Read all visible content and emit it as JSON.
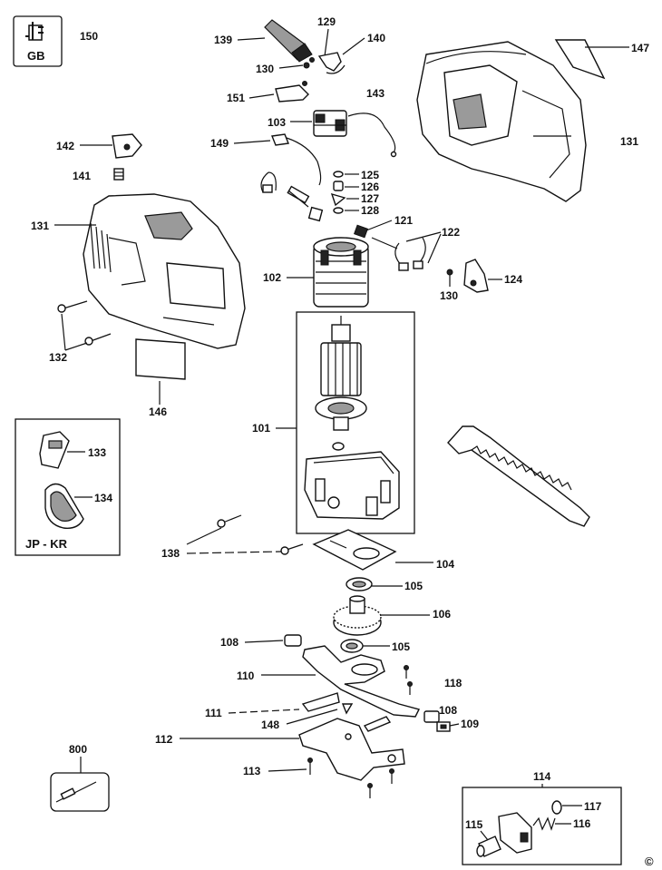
{
  "labels": {
    "l150": "150",
    "gb": "GB",
    "l139": "139",
    "l129": "129",
    "l140": "140",
    "l130a": "130",
    "l151": "151",
    "l143": "143",
    "l103": "103",
    "l149": "149",
    "l125": "125",
    "l126": "126",
    "l127": "127",
    "l128": "128",
    "l147": "147",
    "l131a": "131",
    "l142": "142",
    "l141": "141",
    "l131b": "131",
    "l121": "121",
    "l122": "122",
    "l102": "102",
    "l130b": "130",
    "l124": "124",
    "l132": "132",
    "l146": "146",
    "l101": "101",
    "l133": "133",
    "l134": "134",
    "jpkr": "JP - KR",
    "l138": "138",
    "l104": "104",
    "l105a": "105",
    "l106": "106",
    "l108a": "108",
    "l105b": "105",
    "l110": "110",
    "l118": "118",
    "l111": "111",
    "l108b": "108",
    "l148": "148",
    "l109": "109",
    "l112": "112",
    "l800": "800",
    "l113": "113",
    "l114": "114",
    "l117": "117",
    "l115": "115",
    "l116": "116",
    "copyright": "©"
  },
  "icons": {
    "plug": "plug-icon",
    "saw_blade": "saw-blade-icon"
  }
}
